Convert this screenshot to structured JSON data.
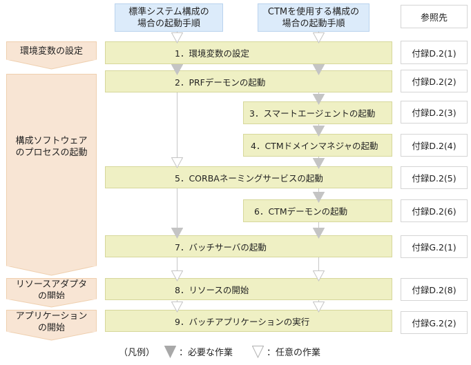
{
  "headers": {
    "standard": [
      "標準システム構成の",
      "場合の起動手順"
    ],
    "ctm": [
      "CTMを使用する構成の",
      "場合の起動手順"
    ],
    "reference": "参照先"
  },
  "phases": [
    {
      "lines": [
        "環境変数の設定"
      ]
    },
    {
      "lines": [
        "構成ソフトウェア",
        "のプロセスの起動"
      ]
    },
    {
      "lines": [
        "リソースアダプタ",
        "の開始"
      ]
    },
    {
      "lines": [
        "アプリケーション",
        "の開始"
      ]
    }
  ],
  "steps": [
    {
      "label": "1．環境変数の設定",
      "ref": "付録D.2(1)"
    },
    {
      "label": "2．PRFデーモンの起動",
      "ref": "付録D.2(2)"
    },
    {
      "label": "3．スマートエージェントの起動",
      "ref": "付録D.2(3)"
    },
    {
      "label": "4．CTMドメインマネジャの起動",
      "ref": "付録D.2(4)"
    },
    {
      "label": "5．CORBAネーミングサービスの起動",
      "ref": "付録D.2(5)"
    },
    {
      "label": "6．CTMデーモンの起動",
      "ref": "付録D.2(6)"
    },
    {
      "label": "7．バッチサーバの起動",
      "ref": "付録G.2(1)"
    },
    {
      "label": "8．リソースの開始",
      "ref": "付録D.2(8)"
    },
    {
      "label": "9．バッチアプリケーションの実行",
      "ref": "付録G.2(2)"
    }
  ],
  "legend": {
    "prefix": "（凡例）",
    "required": "：必要な作業",
    "optional": "：任意の作業"
  },
  "colors": {
    "header_bg": "#dcebfa",
    "step_bg": "#eff0c4",
    "phase_bg": "#f8e5d4",
    "required_arrow": "#c4c4c4",
    "optional_arrow": "#ffffff"
  }
}
